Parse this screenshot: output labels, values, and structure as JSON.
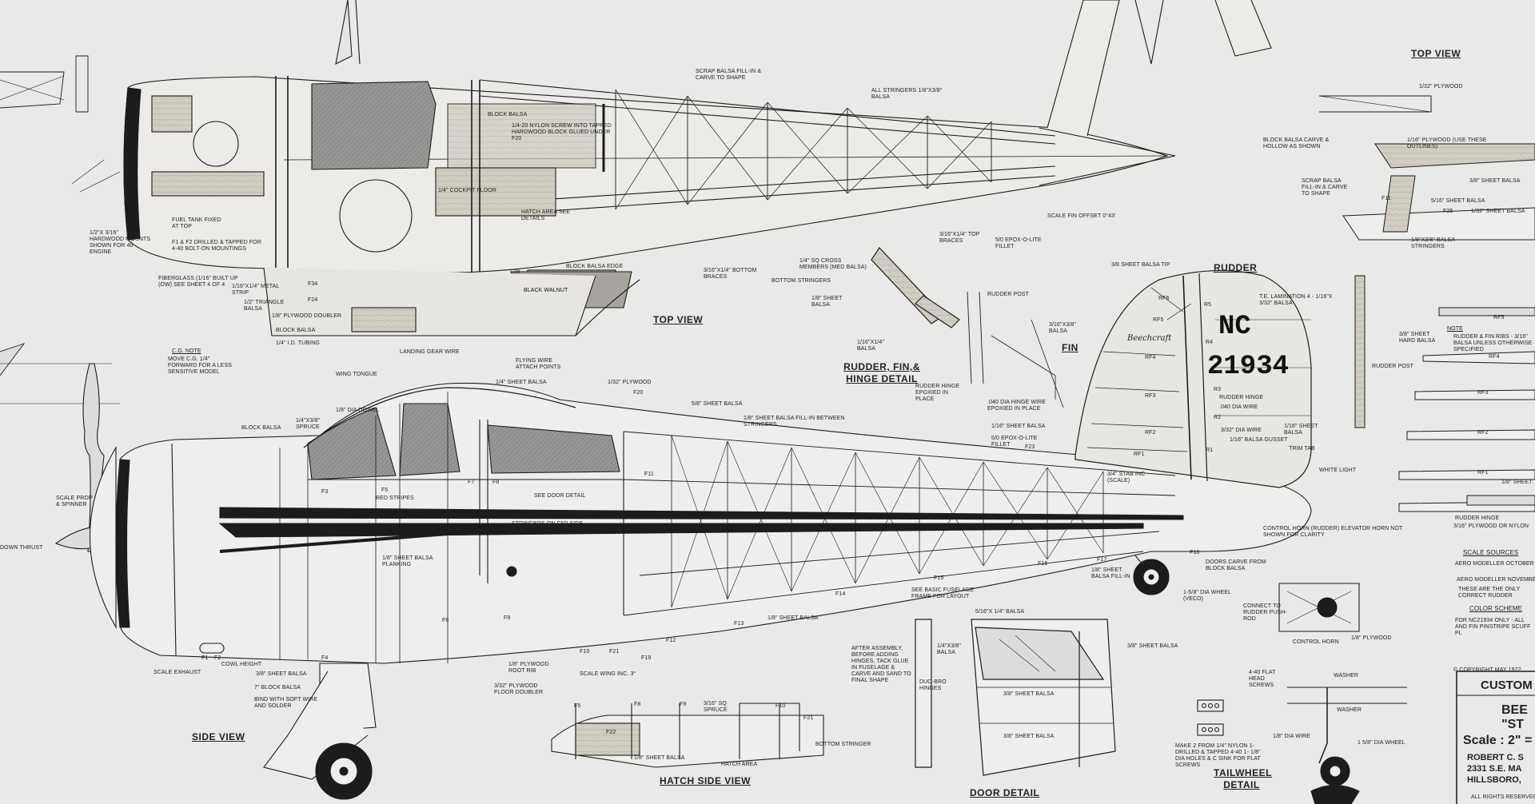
{
  "view_titles": {
    "top_view": "TOP VIEW",
    "top_view_right": "TOP VIEW",
    "side_view": "SIDE VIEW",
    "rudder": "RUDDER",
    "fin": "FIN",
    "rudder_fin_hinge": "RUDDER, FIN,& HINGE DETAIL",
    "hatch_side_view": "HATCH SIDE VIEW",
    "door_detail": "DOOR DETAIL",
    "tailwheel_detail": "TAILWHEEL DETAIL"
  },
  "registration": {
    "prefix": "NC",
    "number": "21934",
    "script_name": "Beechcraft"
  },
  "top_view_labels": {
    "scrap_fill": "SCRAP BALSA FILL-IN & CARVE TO SHAPE",
    "all_stringers": "ALL STRINGERS 1/8\"X3/8\" BALSA",
    "block_balsa": "BLOCK BALSA",
    "nylon_screw": "1/4-20 NYLON SCREW INTO TAPPED HARDWOOD BLOCK GLUED UNDER F20",
    "cockpit_floor": "1/4\" COCKPIT FLOOR",
    "hatch_area": "HATCH AREA SEE DETAILS",
    "fuel_tank": "FUEL TANK FIXED AT TOP",
    "drilled": "F1 & F2 DRILLED & TAPPED FOR 4-40 BOLT-ON MOUNTINGS",
    "hardwood_mounts": "1/2\"X 3/16\" HARDWOOD MOUNTS SHOWN FOR 40 ENGINE",
    "fiberglass": "FIBERGLASS (1/16\" BUILT UP (OW) SEE SHEET 4 OF 4",
    "metal_strip": "1/16\"X1/4\" METAL STRIP",
    "triangle": "1/2\" TRIANGLE BALSA",
    "plywood_doubler": "1/8\" PLYWOOD DOUBLER",
    "block_balsa_2": "BLOCK BALSA",
    "tubing": "1/4\" I.D. TUBING",
    "landing_gear": "LANDING GEAR WIRE",
    "flying_wire": "FLYING WIRE ATTACH POINTS",
    "block_balsa_edge": "BLOCK BALSA EDGE",
    "black_walnut": "BLACK WALNUT",
    "bottom_braces": "3/16\"X1/4\" BOTTOM BRACES",
    "cross_members": "1/4\" SQ CROSS MEMBERS (MED BALSA)",
    "bottom_stringers": "BOTTOM STRINGERS",
    "top_braces": "3/16\"X1/4\" TOP BRACES",
    "epox_fillet": "5/0 EPOX-O-LITE FILLET",
    "scale_fin_offset": "SCALE FIN OFFSET 0°43'",
    "block_carve_hollow": "BLOCK BALSA CARVE & HOLLOW AS SHOWN",
    "f28": "F28",
    "f34": "F34",
    "f24": "F24",
    "cg_note_title": "C.G. NOTE",
    "cg_note_body": "MOVE C.G. 1/4\" FORWARD FOR A LESS SENSITIVE MODEL",
    "wing_tongue": "WING TONGUE"
  },
  "side_view_labels": {
    "block_balsa": "BLOCK BALSA",
    "spruce": "1/4\"X3/8\" SPRUCE",
    "dia_dowel": "1/8\" DIA DOWEL",
    "sheet_balsa_1_4": "1/4\" SHEET BALSA",
    "plywood_1_32": "1/32\" PLYWOOD",
    "f20": "F20",
    "sheet_5_8": "5/8\" SHEET BALSA",
    "fill_between": "1/8\" SHEET BALSA FILL-IN BETWEEN STRINGERS",
    "red_stripes": "RED STRIPES",
    "see_door": "SEE DOOR DETAIL",
    "stringers_far": "STRINGERS ON FAR SIDE",
    "scale_prop": "SCALE PROP & SPINNER",
    "down_thrust": "DOWN THRUST",
    "sheet_balsa_planking": "1/8\" SHEET BALSA PLANKING",
    "see_basic": "SEE BASIC FUSELAGE FRAME FOR LAYOUT",
    "sheet_1_8": "1/8\" SHEET BALSA",
    "scale_exhaust": "SCALE EXHAUST",
    "cowl_height": "COWL HEIGHT",
    "sheet_3_8": "3/8\" SHEET BALSA",
    "block_balsa_7": "7\" BLOCK BALSA",
    "bind_wire": "BIND WITH SOFT WIRE AND SOLDER",
    "floor_doubler": "3/32\" PLYWOOD FLOOR DOUBLER",
    "root_rib": "1/8\" PLYWOOD ROOT RIB",
    "scale_wing": "SCALE WING INC. 3°",
    "dia_wheel": "1-5/8\" DIA WHEEL (VECO)",
    "doors_carve": "DOORS CARVE FROM BLOCK BALSA",
    "control_horn": "CONTROL HORN (RUDDER) ELEVATOR HORN NOT SHOWN FOR CLARITY",
    "stab": "3/4\" STAB INC (SCALE)",
    "fill_in": "1/8\" SHEET BALSA FILL-IN",
    "white_light": "WHITE LIGHT",
    "trim_tab": "TRIM TAB",
    "sheet_1_16": "1/16\" SHEET BALSA",
    "formers": [
      "F1",
      "F2",
      "F3",
      "F4",
      "F5",
      "F6",
      "F7",
      "F8",
      "F9",
      "F10",
      "F11",
      "F12",
      "F13",
      "F14",
      "F15",
      "F16",
      "F17",
      "F18",
      "F19",
      "F21",
      "F23"
    ]
  },
  "rudder_labels": {
    "sheet_3_8_tip": "3/8 SHEET BALSA TIP",
    "lamination": "T.E. LAMINATION 4 - 1/16\"X 3/32\" BALSA",
    "rudder_post": "RUDDER POST",
    "sheet_1_8": "1/8\" SHEET BALSA",
    "stick_3_16": "3/16\"X3/8\" BALSA",
    "stick_1_16": "1/16\"X1/4\" BALSA",
    "hinge_epoxied": "RUDDER HINGE EPOXIED IN PLACE",
    "dia_hinge": ".040 DIA HINGE WIRE EPOXIED IN PLACE",
    "epox_fillet": "5/0 EPOX-O-LITE FILLET",
    "sheet_1_16": "1/16\" SHEET BALSA",
    "rudder_hinge": "RUDDER HINGE",
    "dia_wire": ".040 DIA WIRE",
    "wire_3_32": "3/32\" DIA WIRE",
    "gusset": "1/16\" BALSA GUSSET",
    "ribs": [
      "RF1",
      "RF2",
      "RF3",
      "RF4",
      "RF5",
      "RF6",
      "R1",
      "R2",
      "R3",
      "R4",
      "R5",
      "F23"
    ]
  },
  "hatch_labels": {
    "spruce": "3/16\" SQ SPRUCE",
    "bottom_stringer": "BOTTOM STRINGER",
    "sheet_1_8": "1/8\" SHEET BALSA",
    "hatch_area": "HATCH AREA",
    "formers": [
      "F5",
      "F8",
      "F9",
      "F10",
      "F21",
      "F22"
    ]
  },
  "door_labels": {
    "balsa_5_16": "5/16\"X 1/4\" BALSA",
    "sheet_3_8": "3/8\" SHEET BALSA",
    "balsa_1_4": "1/4\"X3/8\" BALSA",
    "duo_bro": "DUO-BRO HINGES",
    "sheet_3_8_b": "3/8\" SHEET BALSA",
    "after_assembly": "AFTER ASSEMBLY, BEFORE ADDING HINGES, TACK GLUE IN FUSELAGE & CARVE AND SAND TO FINAL SHAPE"
  },
  "tailwheel_labels": {
    "flat_head": "4-40 FLAT HEAD SCREWS",
    "washer": "WASHER",
    "dia_wire": "1/8\" DIA WIRE",
    "dia_wheel": "1 5/8\" DIA WHEEL",
    "make_2": "MAKE 2 FROM 1/4\" NYLON 1- DRILLED & TAPPED 4-40 1- 1/8\" DIA HOLES & C SINK FOR FLAT SCREWS",
    "connect": "CONNECT TO RUDDER PUSH-ROD",
    "control_horn": "CONTROL HORN",
    "plywood": "1/8\" PLYWOOD"
  },
  "right_panel": {
    "plywood_1_32": "1/32\" PLYWOOD",
    "plywood_1_16": "1/16\" PLYWOOD (USE THESE OUTLINES)",
    "sheet_3_8": "3/8\" SHEET BALSA",
    "scrap_fill": "SCRAP BALSA FILL-IN & CARVE TO SHAPE",
    "sheet_5_16": "5/16\" SHEET BALSA",
    "sheet_1_32": "1/32\" SHEET BALSA",
    "stringers": "1/8\"X3/8\" BALSA STRINGERS",
    "f11": "F11",
    "f25": "F25",
    "hard_balsa": "3/8\" SHEET HARD BALSA",
    "rudder_post": "RUDDER POST",
    "note_title": "NOTE",
    "note_body": "RUDDER & FIN RIBS - 3/16\" BALSA UNLESS OTHERWISE SPECIFIED",
    "rib_tags": [
      "RF5",
      "RF4",
      "RF3",
      "RF2",
      "RF1"
    ],
    "sheet_1_8": "1/8\" SHEET",
    "rudder_hinge": "RUDDER HINGE",
    "hinge_material": "3/16\" PLYWOOD OR NYLON",
    "scale_sources": "SCALE SOURCES",
    "source_1": "AERO MODELLER OCTOBER",
    "source_2": "AERO MODELLER NOVEMBER",
    "source_note": "THESE ARE THE ONLY CORRECT RUDDER",
    "color_title": "COLOR SCHEME",
    "color_body": "FOR NC21934 ONLY - ALL AND FIN PINSTRIPE SCUFF PL",
    "copyright": "© COPYRIGHT MAY 1972",
    "tb_custom": "CUSTOM",
    "tb_model": "BEE",
    "tb_name": "\"ST",
    "tb_scale": "Scale : 2\" =",
    "tb_author": "ROBERT C. S",
    "tb_address": "2331 S.E. MA",
    "tb_city": "HILLSBORO,",
    "rights": "ALL RIGHTS RESERVED"
  },
  "colors": {
    "paper": "#e9e9e7",
    "ink": "#1c1c1c",
    "wood": "#cfcac0",
    "glass": "#8d8d8d"
  }
}
